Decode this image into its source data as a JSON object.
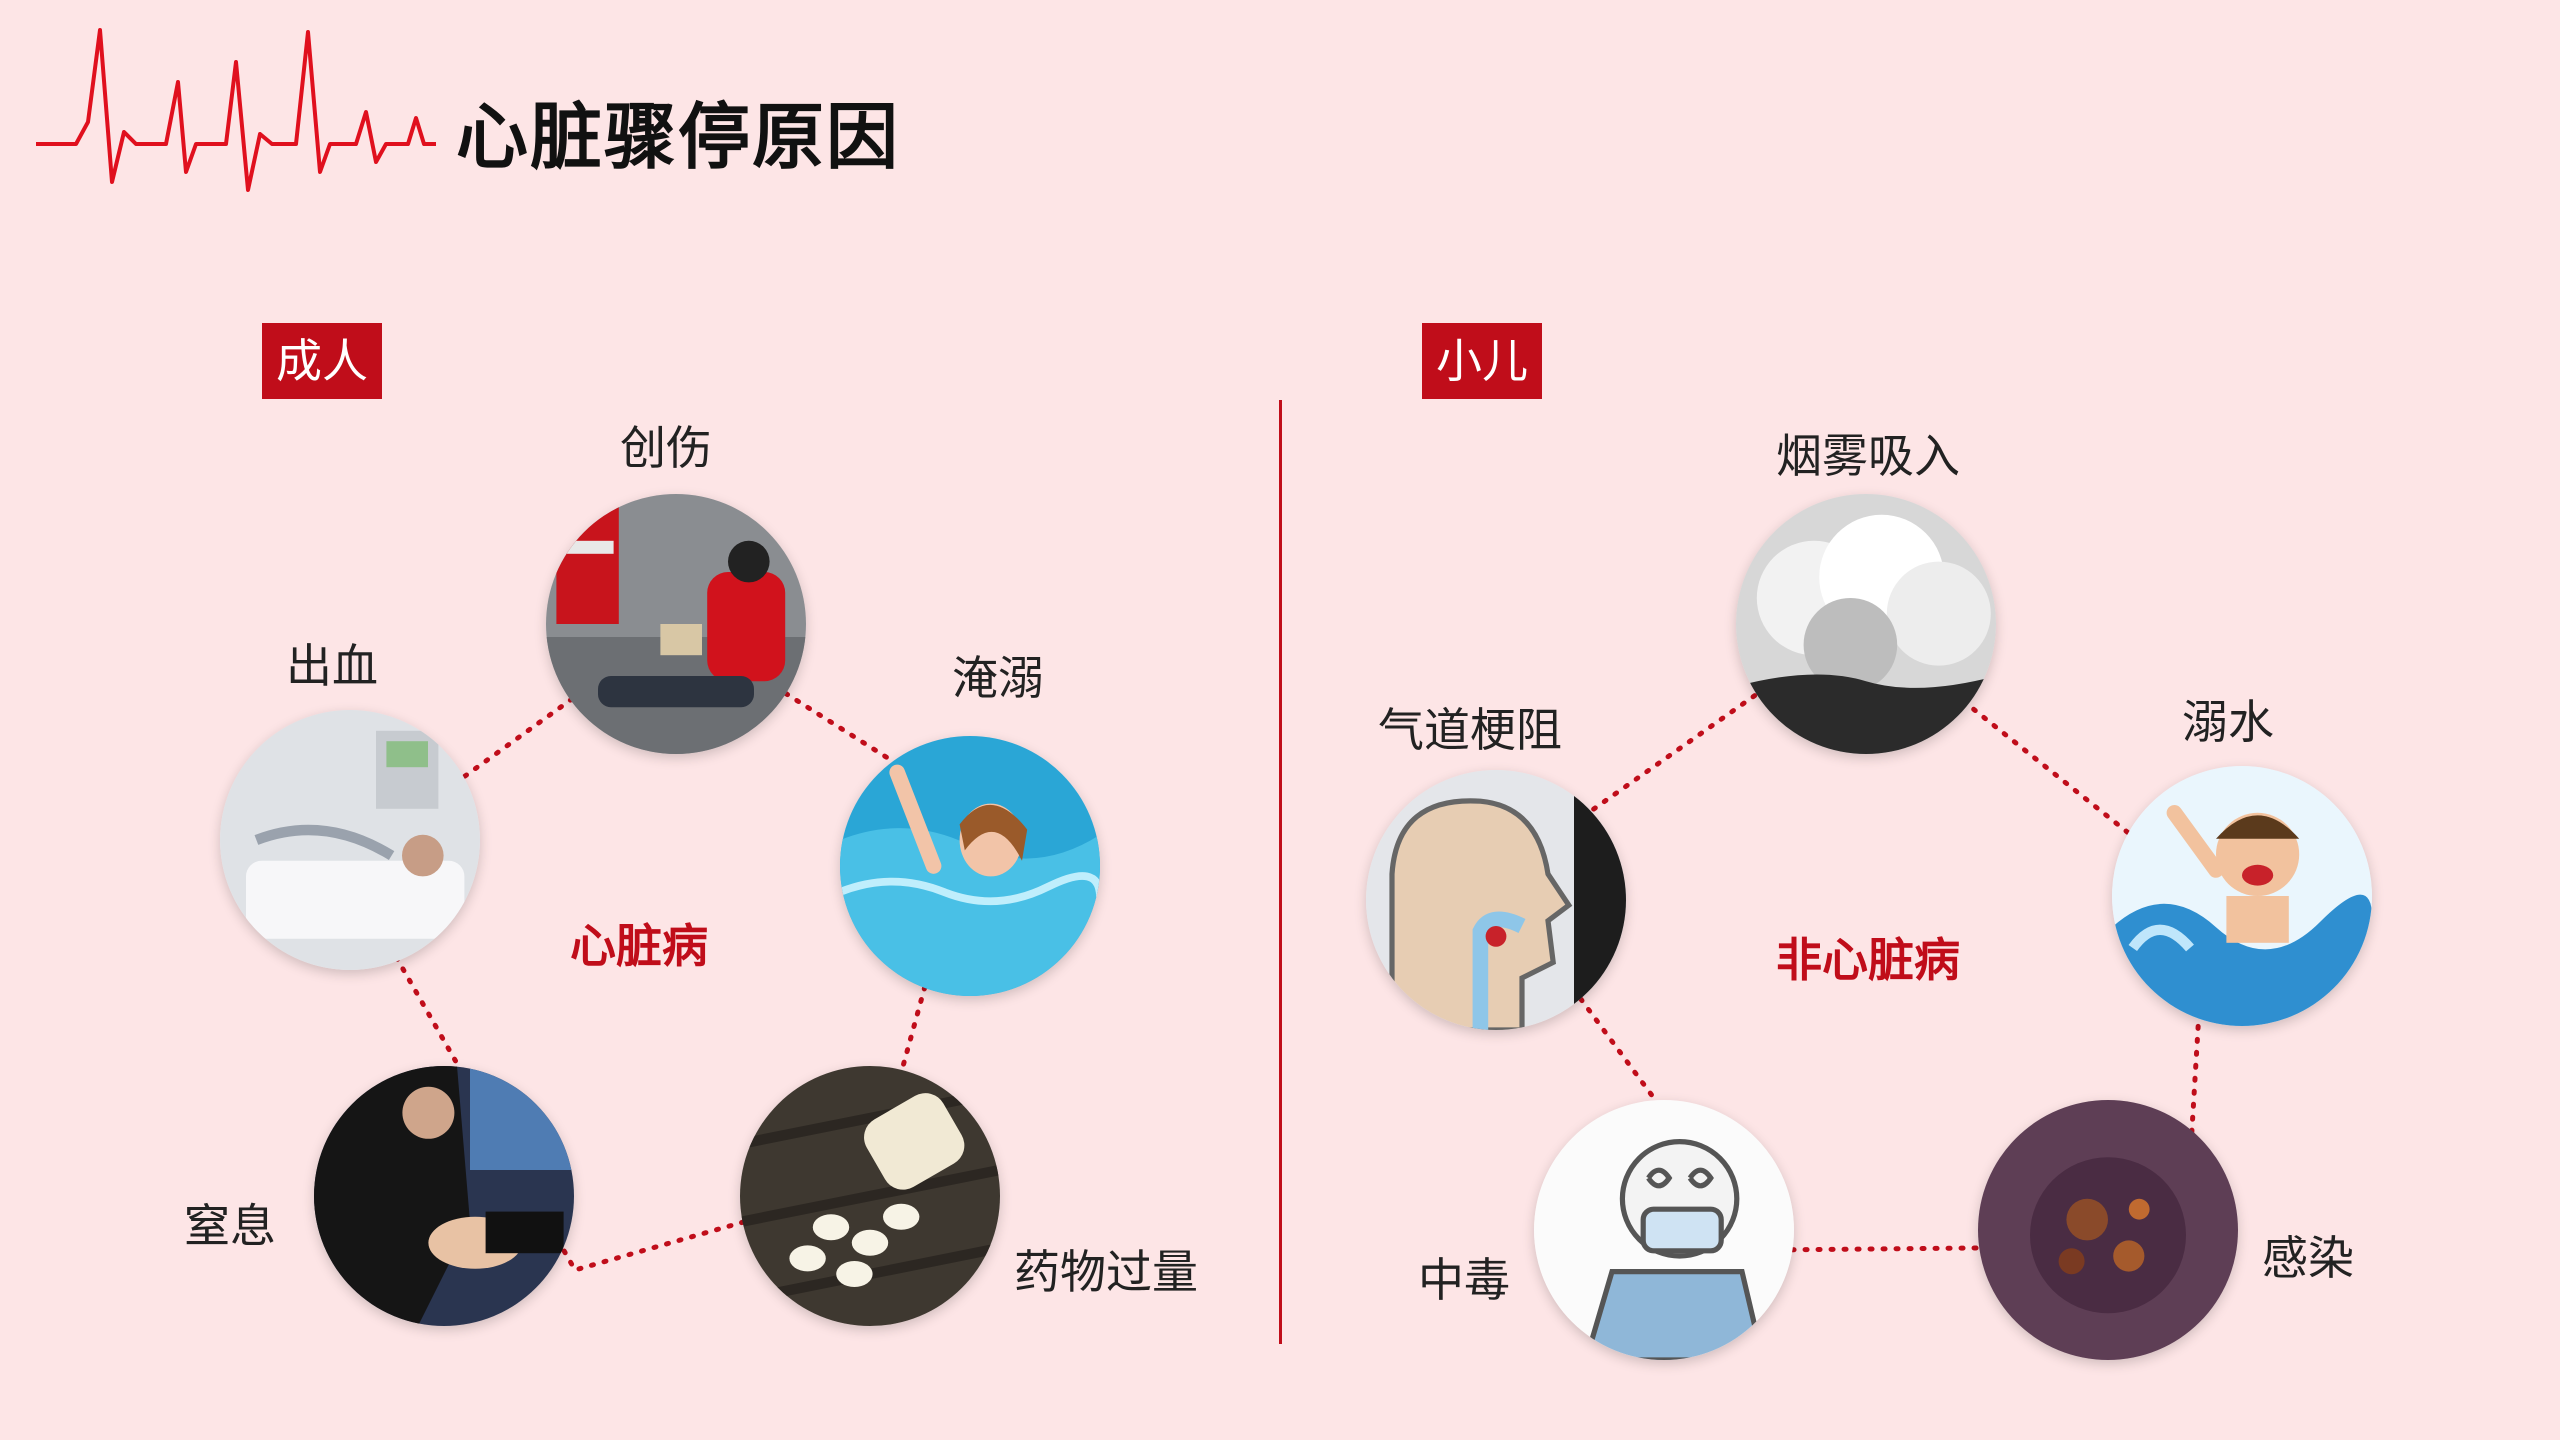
{
  "header": {
    "title": "心脏骤停原因",
    "ecg_icon": "ecg-heartbeat-icon"
  },
  "adults": {
    "tag": "成人",
    "center": "心脏病",
    "items": [
      {
        "label": "创伤",
        "icon": "trauma-photo"
      },
      {
        "label": "淹溺",
        "icon": "drowning-photo"
      },
      {
        "label": "药物过量",
        "icon": "pills-photo"
      },
      {
        "label": "窒息",
        "icon": "suffocation-photo"
      },
      {
        "label": "出血",
        "icon": "hospital-bed-photo"
      }
    ]
  },
  "children": {
    "tag": "小儿",
    "center": "非心脏病",
    "items": [
      {
        "label": "烟雾吸入",
        "icon": "smoke-photo"
      },
      {
        "label": "溺水",
        "icon": "child-drowning-illustration"
      },
      {
        "label": "感染",
        "icon": "infection-photo"
      },
      {
        "label": "中毒",
        "icon": "poisoning-illustration"
      },
      {
        "label": "气道梗阻",
        "icon": "airway-obstruction-illustration"
      }
    ]
  },
  "colors": {
    "background": "#fde5e6",
    "accent": "#c00d1a",
    "text": "#222222"
  }
}
